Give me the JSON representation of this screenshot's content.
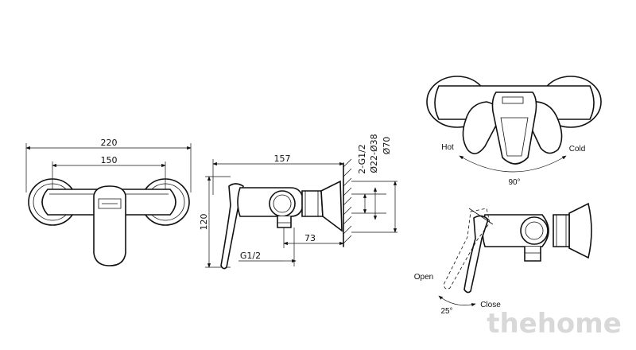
{
  "front_view": {
    "width_overall": "220",
    "width_inner": "150"
  },
  "side_view": {
    "length": "157",
    "height": "120",
    "offset": "73",
    "thread_bottom": "G1/2",
    "thread_wall": "2-G1/2",
    "dia_22_38": "Ø22-Ø38",
    "dia_70": "Ø70"
  },
  "top_view": {
    "hot_label": "Hot",
    "cold_label": "Cold",
    "rotation": "90°"
  },
  "handle_view": {
    "open_label": "Open",
    "close_label": "Close",
    "angle": "25°"
  },
  "watermark": "thehome"
}
